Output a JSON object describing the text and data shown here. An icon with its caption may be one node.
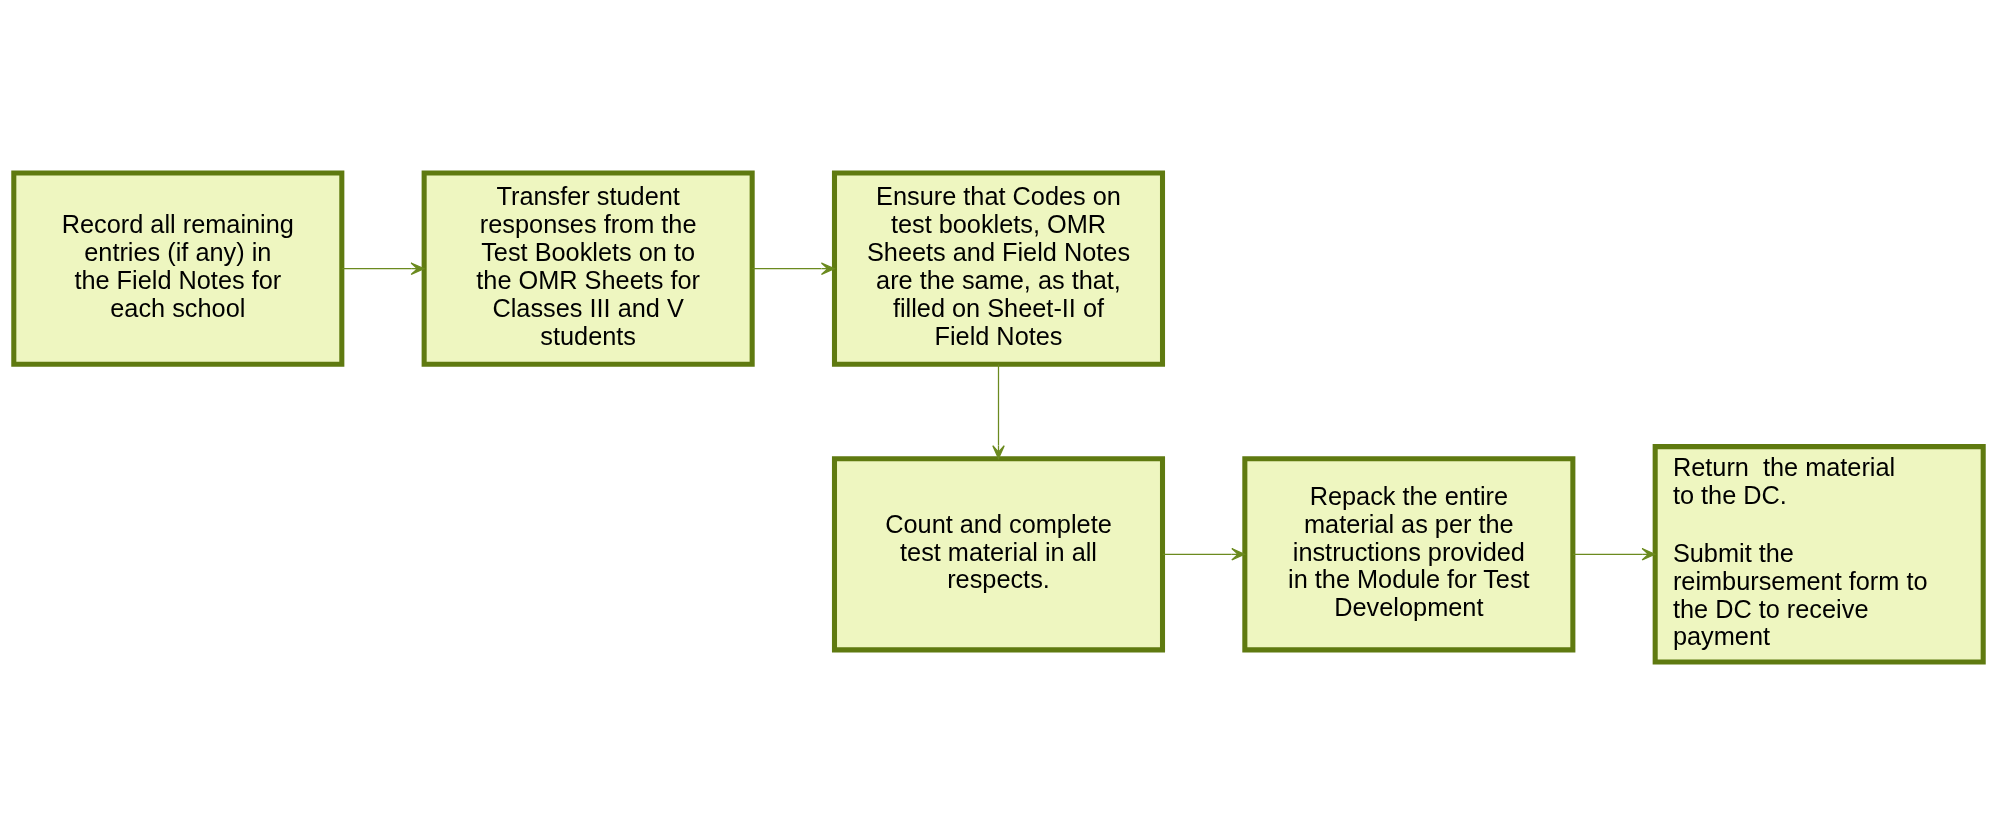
{
  "diagram": {
    "nodes": [
      {
        "text": [
          "Record all remaining entries (if any) in the Field Notes for each school"
        ]
      },
      {
        "text": [
          "Transfer student responses from the Test Booklets on to the OMR Sheets for Classes III and V students"
        ]
      },
      {
        "text": [
          "Ensure that Codes on test booklets, OMR Sheets and Field Notes are the same, as that, filled on Sheet-II of Field Notes"
        ]
      },
      {
        "text": [
          "Count and complete test material in all respects."
        ]
      },
      {
        "text": [
          "Repack the entire material as per the instructions provided in the Module for Test Development"
        ]
      },
      {
        "text": [
          "Return  the material to the DC.",
          "Submit the reimbursement form to the DC to receive payment"
        ]
      }
    ],
    "edges": [
      {
        "from": 0,
        "to": 1,
        "arrow": "to"
      },
      {
        "from": 1,
        "to": 2,
        "arrow": "to"
      },
      {
        "from": 2,
        "to": 3,
        "arrow": "to"
      },
      {
        "from": 3,
        "to": 4,
        "arrow": "to"
      },
      {
        "from": 4,
        "to": 5,
        "arrow": "to"
      }
    ]
  }
}
